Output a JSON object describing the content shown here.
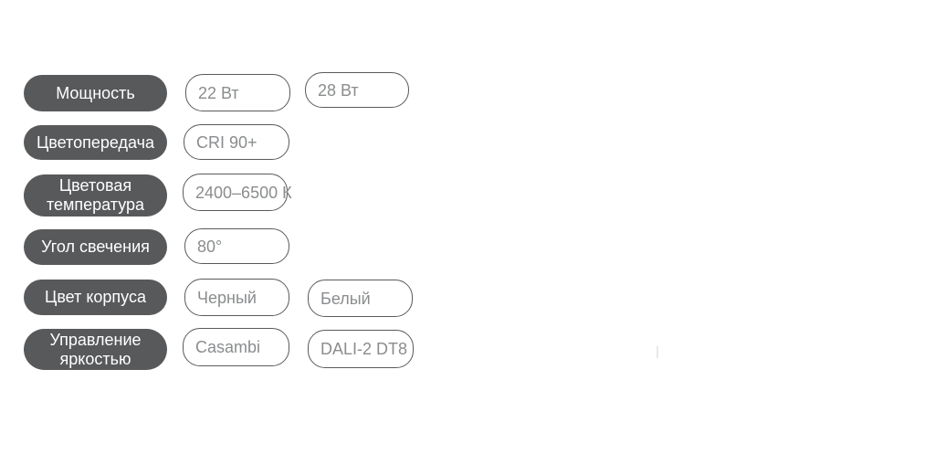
{
  "colors": {
    "background": "#ffffff",
    "label_pill_bg": "#58595b",
    "label_text": "#ffffff",
    "value_border": "#595a5c",
    "value_text": "#8a8c8e",
    "artifact": "#e9e9e9"
  },
  "rows": [
    {
      "label": "Мощность",
      "values": [
        "22 Вт",
        "28 Вт"
      ]
    },
    {
      "label": "Цветопередача",
      "values": [
        "CRI 90+"
      ]
    },
    {
      "label": "Цветовая температура",
      "values": [
        "2400–6500 К"
      ]
    },
    {
      "label": "Угол свечения",
      "values": [
        "80°"
      ]
    },
    {
      "label": "Цвет корпуса",
      "values": [
        "Черный",
        "Белый"
      ]
    },
    {
      "label": "Управление яркостью",
      "values": [
        "Casambi",
        "DALI-2 DT8"
      ]
    }
  ]
}
